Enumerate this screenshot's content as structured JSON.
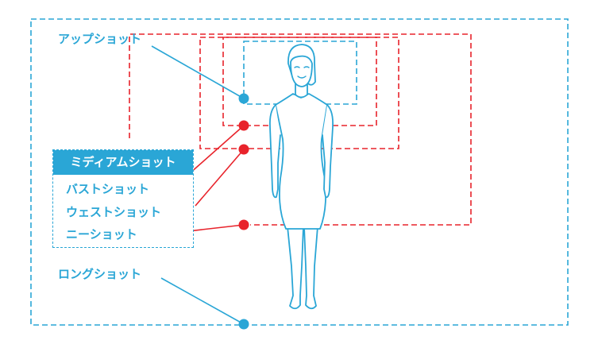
{
  "labels": {
    "up_shot": "アップショット",
    "medium_shot": "ミディアムショット",
    "bust_shot": "バストショット",
    "waist_shot": "ウェストショット",
    "knee_shot": "ニーショット",
    "long_shot": "ロングショット"
  },
  "colors": {
    "blue": "#2aa6d6",
    "red": "#e8232b"
  }
}
